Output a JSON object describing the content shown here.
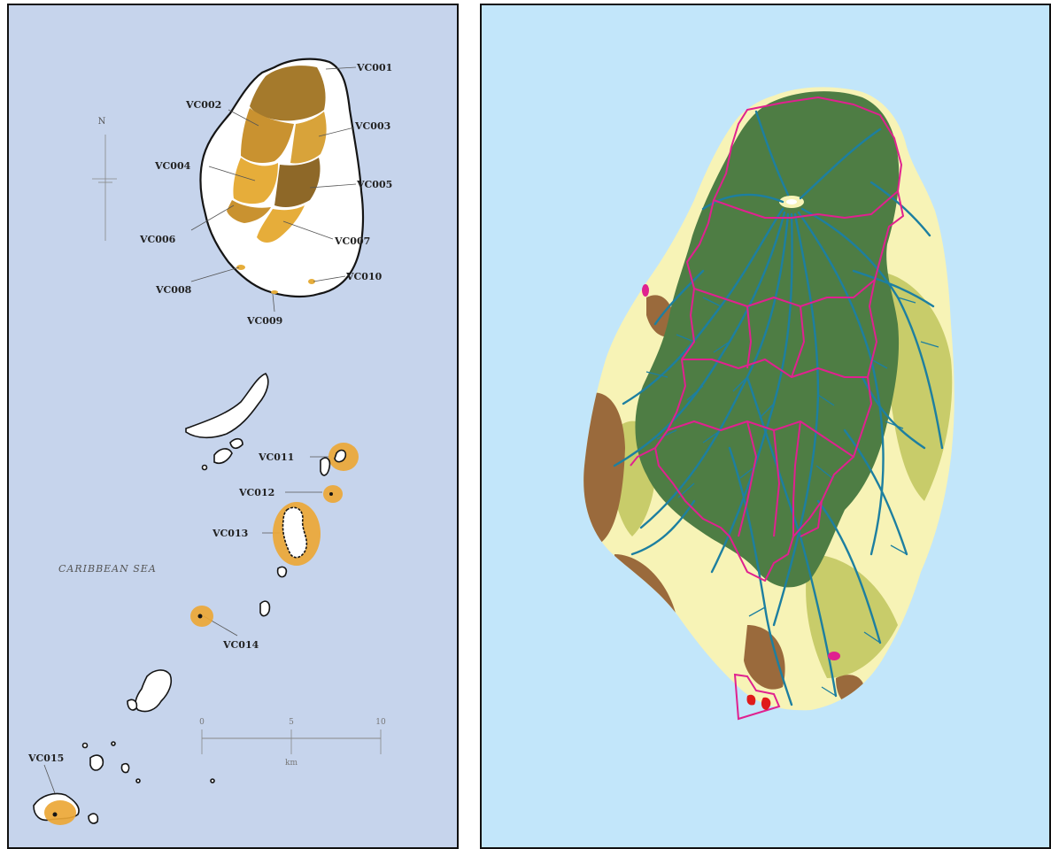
{
  "left_map": {
    "labels": {
      "vc001": "VC001",
      "vc002": "VC002",
      "vc003": "VC003",
      "vc004": "VC004",
      "vc005": "VC005",
      "vc006": "VC006",
      "vc007": "VC007",
      "vc008": "VC008",
      "vc009": "VC009",
      "vc010": "VC010",
      "vc011": "VC011",
      "vc012": "VC012",
      "vc013": "VC013",
      "vc014": "VC014",
      "vc015": "VC015"
    },
    "sea_label": "CARIBBEAN SEA",
    "north_label": "N",
    "scale_bar": {
      "ticks": [
        "0",
        "5",
        "10"
      ],
      "unit": "km"
    },
    "colors": {
      "sea": "#c6d4ec",
      "land": "#ffffff",
      "coast": "#151515",
      "zone_dark": "#a57a2c",
      "zone_mid": "#c99230",
      "zone_light": "#eba736"
    }
  },
  "right_map": {
    "colors": {
      "sea": "#c2e6fa",
      "lowland": "#f7f3b6",
      "scrub": "#c8cc6a",
      "forest": "#4e7d44",
      "degraded": "#9a6a3c",
      "rivers": "#1d7fa0",
      "boundaries": "#e0218f",
      "marine_zone": "#e0218f"
    }
  }
}
